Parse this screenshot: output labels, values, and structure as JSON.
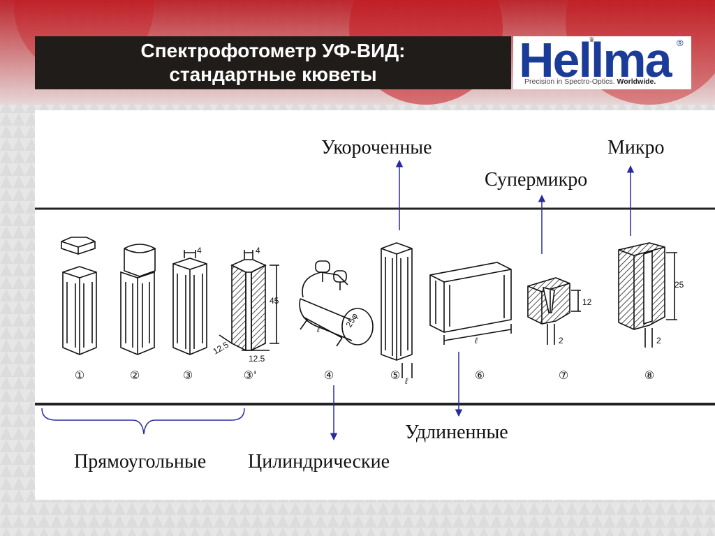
{
  "slide": {
    "title_line1": "Спектрофотометр УФ-ВИД:",
    "title_line2": "стандартные кюветы"
  },
  "logo": {
    "name": "Hellma",
    "registered": "®",
    "tagline_regular": "Precision in Spectro-Optics. ",
    "tagline_bold": "Worldwide."
  },
  "labels": {
    "shortened": "Укороченные",
    "micro": "Микро",
    "supermicro": "Супермикро",
    "elongated": "Удлиненные",
    "rectangular": "Прямоугольные",
    "cylindrical": "Цилиндрические"
  },
  "figure": {
    "cell_numbers": [
      "①",
      "②",
      "③",
      "③'",
      "④",
      "⑤",
      "⑥",
      "⑦",
      "⑧"
    ],
    "dimensions": {
      "d4_a": "4",
      "d45": "45",
      "d12_5_a": "12.5",
      "d12_5_b": "12.5",
      "d25phi": "25φ",
      "len_cyl": "ℓ",
      "len_5": "ℓ",
      "len_6": "ℓ",
      "d4_b": "4",
      "d12": "12",
      "d2_a": "2",
      "d25": "25",
      "d2_b": "2"
    }
  },
  "colors": {
    "title_bar": "#201c1a",
    "logo_blue": "#1b3b98",
    "arrow": "#2a2aa0",
    "accent_red": "#c0161c"
  }
}
